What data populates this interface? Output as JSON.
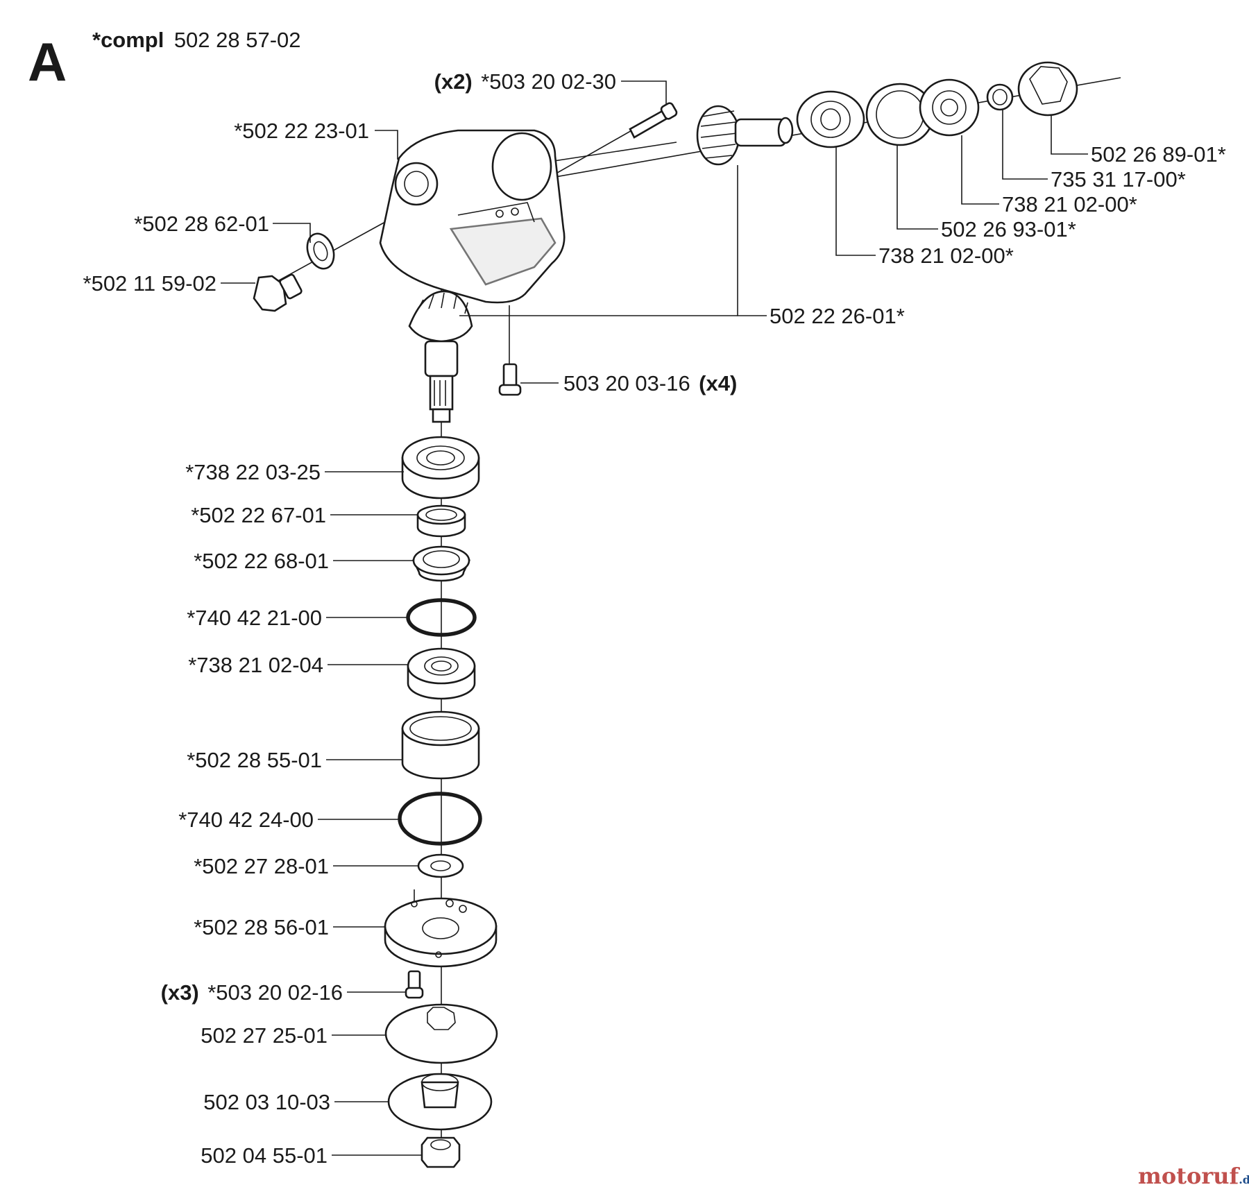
{
  "section": "A",
  "assembly": {
    "prefix": "*compl",
    "number": "502 28 57-02"
  },
  "watermark": {
    "brand": "motoruf",
    "suffix": ".de",
    "colors": [
      "#c0504d",
      "#1f4e8c"
    ]
  },
  "callouts": {
    "screw_x2": {
      "qty": "(x2)",
      "number": "*503 20 02-30"
    },
    "housing": "*502 22 23-01",
    "washer_plug": "*502 28 62-01",
    "plug": "*502 11 59-02",
    "ring_end": "502 26 89-01*",
    "circlip": "735 31 17-00*",
    "bearing_upper_outer": "738 21 02-00*",
    "sleeve_upper": "502 26 93-01*",
    "bearing_upper_inner": "738 21 02-00*",
    "gear_set": "502 22 26-01*",
    "screw_x4": {
      "number": "503 20 03-16",
      "qty": "(x4)"
    },
    "bearing_25": "*738 22 03-25",
    "spacer_67": "*502 22 67-01",
    "seal_68": "*502 22 68-01",
    "oring_21": "*740 42 21-00",
    "bearing_04": "*738 21 02-04",
    "sleeve_55": "*502 28 55-01",
    "oring_24": "*740 42 24-00",
    "washer_28": "*502 27 28-01",
    "flange_56": "*502 28 56-01",
    "screw_x3": {
      "qty": "(x3)",
      "number": "*503 20 02-16"
    },
    "support_cup": "502 27 25-01",
    "flange_lower": "502 03 10-03",
    "nut": "502 04 55-01"
  }
}
